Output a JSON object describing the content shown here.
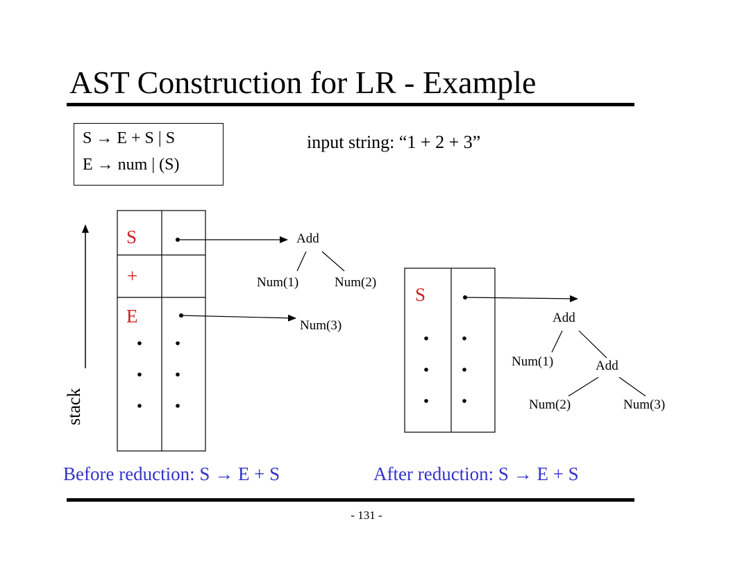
{
  "slide": {
    "title": "AST Construction for LR - Example",
    "page_number": "- 131 -"
  },
  "grammar": {
    "rule1": "S → E + S | S",
    "rule2": "E → num | (S)"
  },
  "input": {
    "label": "input string: “1 + 2 + 3”"
  },
  "before": {
    "stack_axis_label": "stack",
    "symbols": [
      "S",
      "+",
      "E"
    ],
    "caption": "Before reduction: S → E + S",
    "tree1": {
      "root": "Add",
      "left": "Num(1)",
      "right": "Num(2)"
    },
    "tree2": {
      "node": "Num(3)"
    }
  },
  "after": {
    "symbols": [
      "S"
    ],
    "caption": "After reduction: S → E + S",
    "tree": {
      "root": "Add",
      "left": "Num(1)",
      "inner": "Add",
      "inner_left": "Num(2)",
      "inner_right": "Num(3)"
    }
  },
  "colors": {
    "symbol": "#cc2222",
    "caption": "#3333cc"
  }
}
